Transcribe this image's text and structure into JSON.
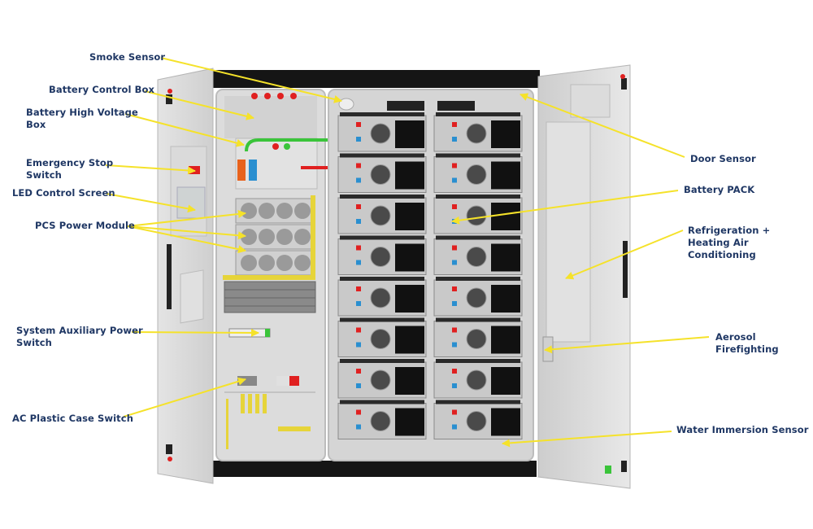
{
  "diagram": {
    "subject": "Energy storage cabinet with open doors",
    "colors": {
      "label_text": "#1f3764",
      "callout_line": "#f5e22a",
      "cabinet_frame": "#1a1a1a",
      "panel": "#d9d9d9",
      "accent_red": "#e02020",
      "accent_blue": "#2a8fd0",
      "accent_green": "#3ac43a",
      "accent_orange": "#e8621c",
      "accent_yellow": "#e6d43a"
    },
    "labels_left": [
      {
        "id": "smoke-sensor",
        "text": "Smoke Sensor"
      },
      {
        "id": "battery-control-box",
        "text": "Battery Control Box"
      },
      {
        "id": "battery-high-voltage-box",
        "text": "Battery High Voltage\nBox"
      },
      {
        "id": "emergency-stop-switch",
        "text": "Emergency Stop\nSwitch"
      },
      {
        "id": "led-control-screen",
        "text": "LED Control Screen"
      },
      {
        "id": "pcs-power-module",
        "text": "PCS Power Module"
      },
      {
        "id": "system-auxiliary-power-switch",
        "text": "System Auxiliary Power\nSwitch"
      },
      {
        "id": "ac-plastic-case-switch",
        "text": "AC Plastic Case Switch"
      }
    ],
    "labels_right": [
      {
        "id": "door-sensor",
        "text": "Door Sensor"
      },
      {
        "id": "battery-pack",
        "text": "Battery PACK"
      },
      {
        "id": "refrigeration-heating-ac",
        "text": "Refrigeration +\nHeating Air Conditioning"
      },
      {
        "id": "aerosol-firefighting",
        "text": "Aerosol Firefighting"
      },
      {
        "id": "water-immersion-sensor",
        "text": "Water Immersion Sensor"
      }
    ],
    "battery_rack": {
      "columns": 2,
      "rows": 8
    }
  }
}
